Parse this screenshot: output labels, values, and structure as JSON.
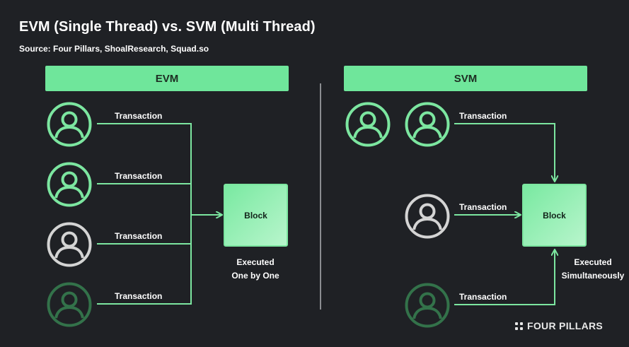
{
  "title": "EVM (Single Thread) vs. SVM (Multi Thread)",
  "source": "Source: Four Pillars, ShoalResearch, Squad.so",
  "colors": {
    "accent_green": "#6fe69b",
    "user_green": "#7ce6a0",
    "user_gray": "#d4d4d4",
    "user_dark_green": "#33724a",
    "background": "#1f2125"
  },
  "evm": {
    "header": "EVM",
    "block_label": "Block",
    "exec_line1": "Executed",
    "exec_line2": "One by One",
    "transactions": [
      {
        "label": "Transaction",
        "icon": "user-icon",
        "tone": "green"
      },
      {
        "label": "Transaction",
        "icon": "user-icon",
        "tone": "green"
      },
      {
        "label": "Transaction",
        "icon": "user-icon",
        "tone": "gray"
      },
      {
        "label": "Transaction",
        "icon": "user-icon",
        "tone": "dark-green"
      }
    ]
  },
  "svm": {
    "header": "SVM",
    "block_label": "Block",
    "exec_line1": "Executed",
    "exec_line2": "Simultaneously",
    "transactions": [
      {
        "label": "Transaction",
        "icon": "user-icon",
        "tone": "green"
      },
      {
        "label": "Transaction",
        "icon": "user-icon",
        "tone": "gray"
      },
      {
        "label": "Transaction",
        "icon": "user-icon",
        "tone": "dark-green"
      }
    ],
    "extra_users": [
      {
        "icon": "user-icon",
        "tone": "green"
      }
    ]
  },
  "brand": {
    "name": "FOUR PILLARS",
    "icon": "four-dots-logo-icon"
  }
}
